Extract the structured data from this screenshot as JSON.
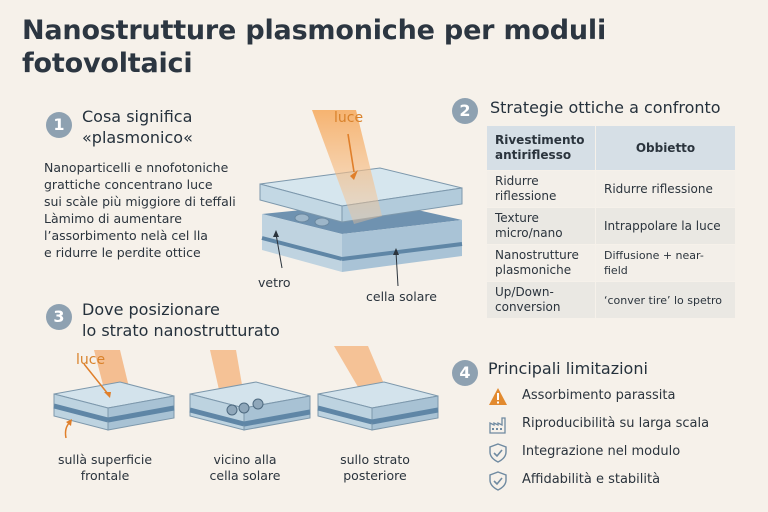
{
  "title": "Nanostrutture plasmoniche per moduli fotovoltaici",
  "section1": {
    "number": "1",
    "title_line1": "Cosa significa",
    "title_line2": "«plasmonico«",
    "paragraph": [
      "Nanoparticelli e nnofotoniche",
      "grattiche concentrano luce",
      "sui scàle più miggiore di teffali",
      "Làmimo di aumentare",
      "l’assorbimento nelà cel lla",
      "e ridurre le perdite ottice"
    ],
    "label_light": "luce",
    "label_glass": "vetro",
    "label_cell": "cella solare"
  },
  "section2": {
    "number": "2",
    "title": "Strategie ottiche a confronto",
    "header": [
      "Rivestimento antiriflesso",
      "Obbietto"
    ],
    "rows": [
      [
        "Ridurre riflessione",
        "Ridurre riflessione"
      ],
      [
        "Texture micro/nano",
        "Intrappolare la luce"
      ],
      [
        "Nanostrutture plasmoniche",
        "Diffusione + near-field"
      ],
      [
        "Up/Down-conversion",
        "‘conver tire’ lo spetro"
      ]
    ]
  },
  "section3": {
    "number": "3",
    "title_line1": "Dove posizionare",
    "title_line2": "lo strato nanostrutturato",
    "label_light": "luce",
    "positions": [
      {
        "line1": "sullà superficie",
        "line2": "frontale"
      },
      {
        "line1": "vicino alla",
        "line2": "cella solare"
      },
      {
        "line1": "sullo strato",
        "line2": "posteriore"
      }
    ]
  },
  "section4": {
    "number": "4",
    "title": "Principali limitazioni",
    "items": [
      {
        "icon": "warning-icon",
        "label": "Assorbimento parassita"
      },
      {
        "icon": "factory-icon",
        "label": "Riproducibilità su larga scala"
      },
      {
        "icon": "shield-check-icon",
        "label": "Integrazione nel modulo"
      },
      {
        "icon": "shield-check-icon",
        "label": "Affidabilità e stabilità"
      }
    ]
  },
  "colors": {
    "background": "#f6f1ea",
    "badge": "#8ea1b1",
    "light_beam": "#f0a25a",
    "glass": "#c9dce7",
    "cell": "#5f86a6",
    "warning": "#e28a2f",
    "icon_stroke": "#6f8aa1"
  }
}
